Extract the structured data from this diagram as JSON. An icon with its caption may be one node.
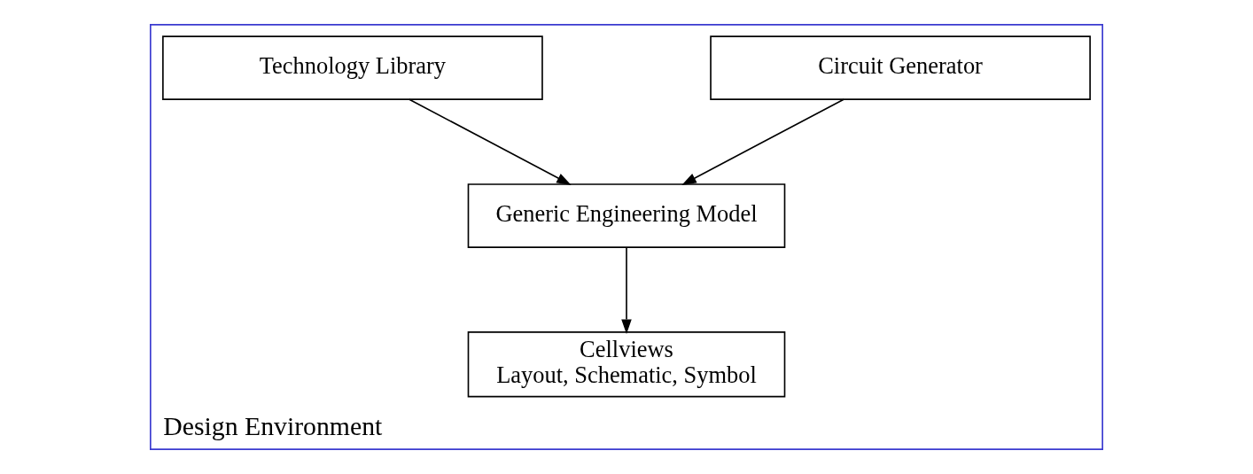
{
  "diagram": {
    "nodes": [
      {
        "text": [
          "Design Environment"
        ]
      },
      {
        "text": [
          "Circuit Generator"
        ],
        "in": 0
      },
      {
        "text": [
          "Technology Library"
        ],
        "in": 0
      },
      {
        "text": [
          "Generic Engineering Model"
        ],
        "in": 0
      },
      {
        "text": [
          "Cellviews",
          "Layout, Schematic, Symbol"
        ],
        "in": 0
      }
    ],
    "edges": [
      {
        "from": 1,
        "to": 3,
        "arrow": "to"
      },
      {
        "from": 2,
        "to": 3,
        "arrow": "to"
      },
      {
        "from": 3,
        "to": 4,
        "arrow": "to"
      }
    ]
  }
}
